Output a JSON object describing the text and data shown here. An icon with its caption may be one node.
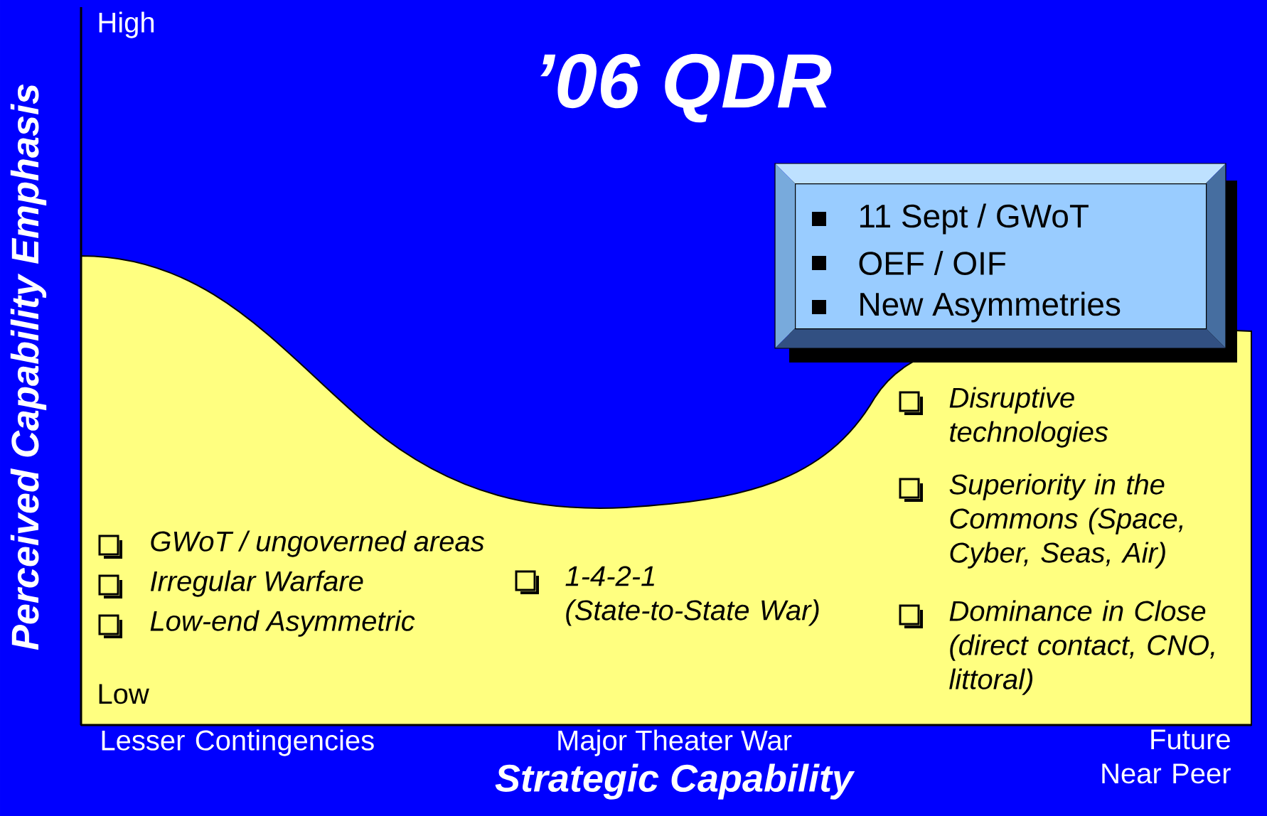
{
  "diagram": {
    "title": "’06 QDR",
    "nodes": [
      {
        "text": [
          "11 Sept / GWoT",
          "OEF / OIF",
          "New Asymmetries"
        ]
      }
    ],
    "edges": [],
    "labels": [
      "High",
      "GWoT / ungoverned areas",
      "Irregular Warfare",
      "Low-end Asymmetric",
      "1-4-2-1 (State-to-State War)",
      "Disruptive technologies",
      "Superiority in the Commons (Space, Cyber, Seas, Air)",
      "Dominance in Close (direct contact, CNO, littoral)",
      "Low",
      "Lesser Contingencies",
      "Major Theater War",
      "Future Near Peer",
      "Strategic Capability",
      "Perceived Capability Emphasis"
    ]
  }
}
